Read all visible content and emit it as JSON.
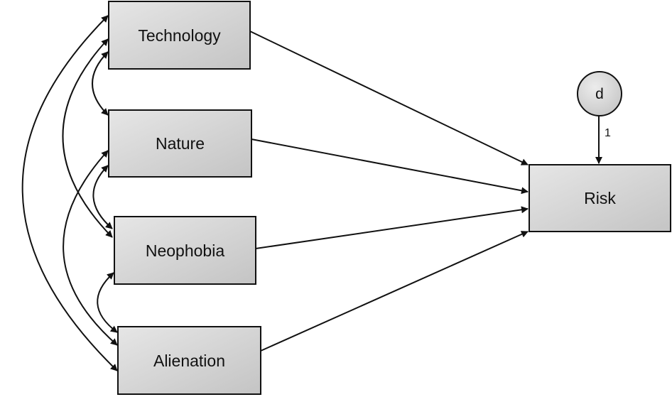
{
  "nodes": {
    "technology": "Technology",
    "nature": "Nature",
    "neophobia": "Neophobia",
    "alienation": "Alienation",
    "risk": "Risk",
    "disturbance": "d"
  },
  "disturbance_path_label": "1"
}
